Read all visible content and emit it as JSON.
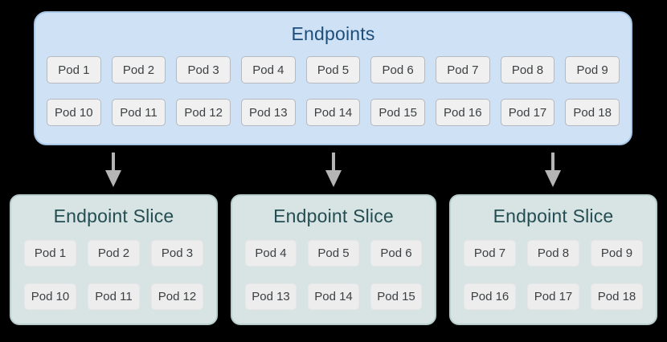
{
  "endpoints": {
    "title": "Endpoints",
    "pods": [
      "Pod 1",
      "Pod 2",
      "Pod 3",
      "Pod 4",
      "Pod 5",
      "Pod 6",
      "Pod 7",
      "Pod 8",
      "Pod 9",
      "Pod 10",
      "Pod 11",
      "Pod 12",
      "Pod 13",
      "Pod 14",
      "Pod 15",
      "Pod 16",
      "Pod 17",
      "Pod 18"
    ]
  },
  "slices": [
    {
      "title": "Endpoint Slice",
      "pods": [
        "Pod 1",
        "Pod 2",
        "Pod 3",
        "Pod 10",
        "Pod 11",
        "Pod 12"
      ]
    },
    {
      "title": "Endpoint Slice",
      "pods": [
        "Pod 4",
        "Pod 5",
        "Pod 6",
        "Pod 13",
        "Pod 14",
        "Pod 15"
      ]
    },
    {
      "title": "Endpoint Slice",
      "pods": [
        "Pod 7",
        "Pod 8",
        "Pod 9",
        "Pod 16",
        "Pod 17",
        "Pod 18"
      ]
    }
  ],
  "icons": {
    "arrow": "arrow-down-icon"
  },
  "colors": {
    "background": "#000000",
    "endpoints_box_fill": "#cfe2f5",
    "endpoints_box_border": "#a9c7e6",
    "endpoints_title_text": "#1d4e7b",
    "slice_box_fill": "#d8e4e3",
    "slice_box_border": "#b7cecd",
    "slice_title_text": "#234d52",
    "pod_fill": "#f0f0f0",
    "pod_border": "#b6b9bd",
    "slice_pod_fill": "#ededed",
    "slice_pod_border": "#e7e7e7",
    "pod_text": "#3c4043",
    "arrow": "#b5b5b5"
  }
}
